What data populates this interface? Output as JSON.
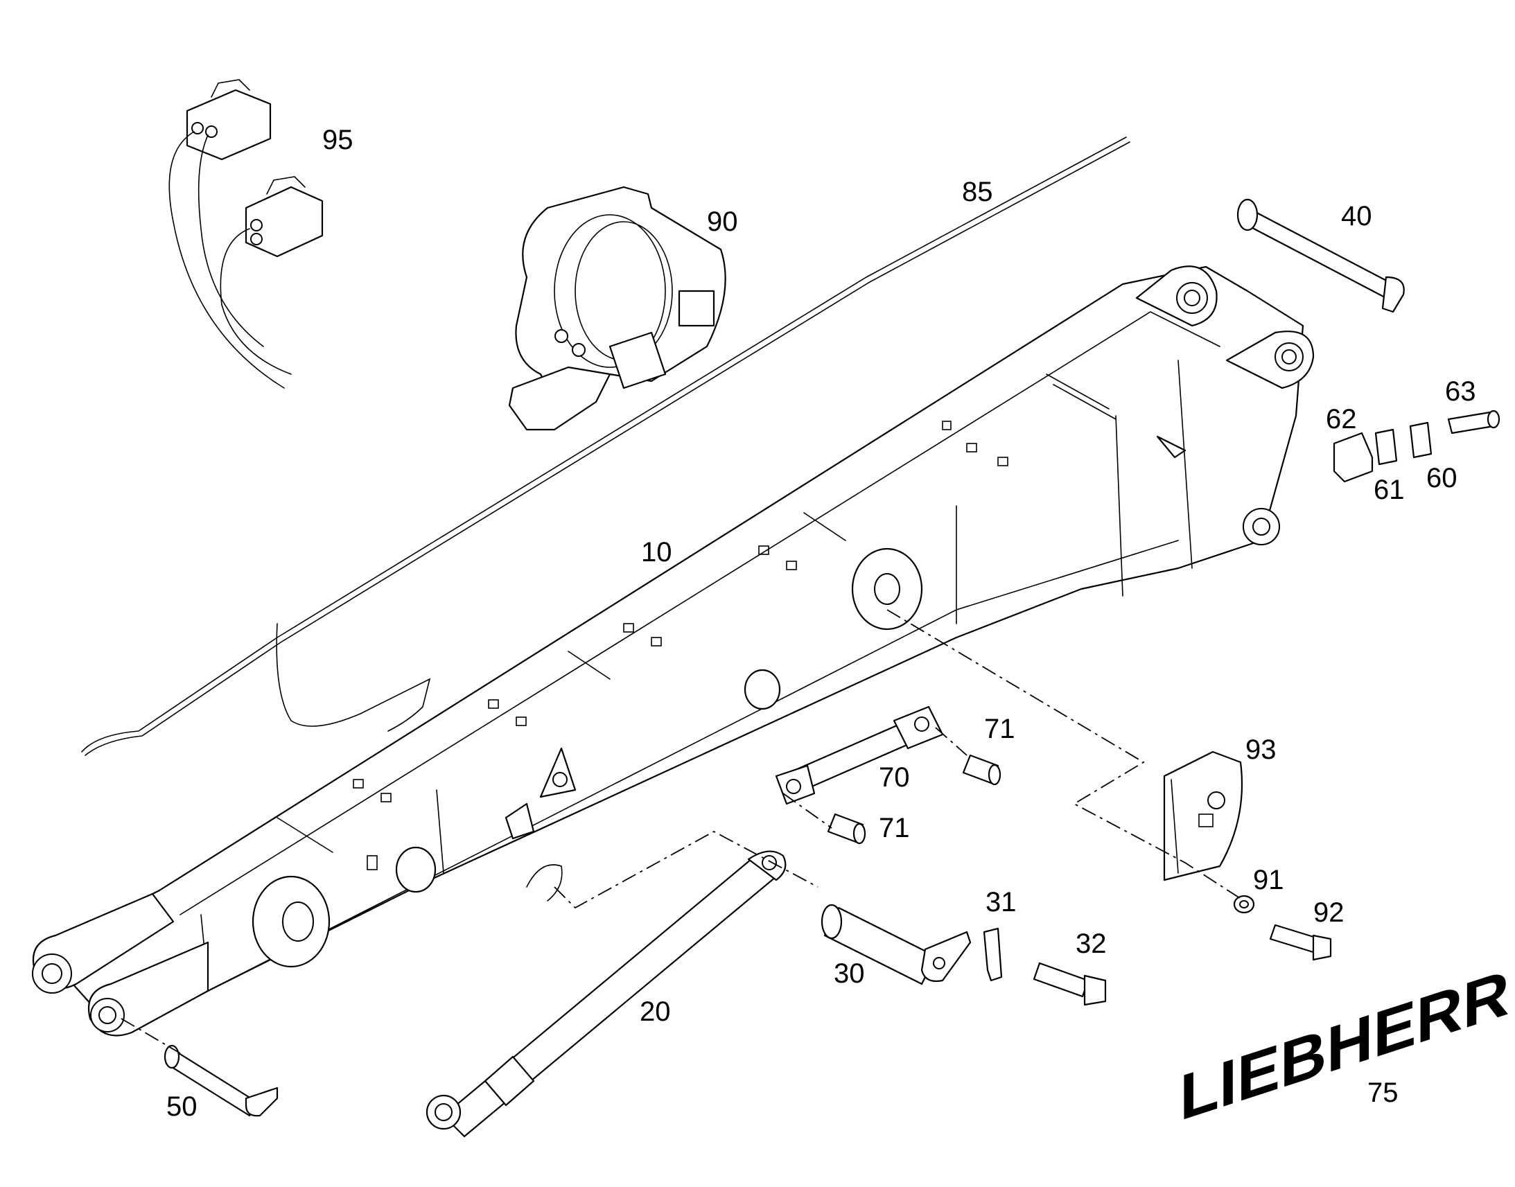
{
  "logo": {
    "text": "LIEBHERR"
  },
  "callouts": {
    "c10": "10",
    "c20": "20",
    "c30": "30",
    "c31": "31",
    "c32": "32",
    "c40": "40",
    "c50": "50",
    "c60": "60",
    "c61": "61",
    "c62": "62",
    "c63": "63",
    "c70": "70",
    "c71a": "71",
    "c71b": "71",
    "c75": "75",
    "c85": "85",
    "c90": "90",
    "c91": "91",
    "c92": "92",
    "c93": "93",
    "c95": "95"
  }
}
